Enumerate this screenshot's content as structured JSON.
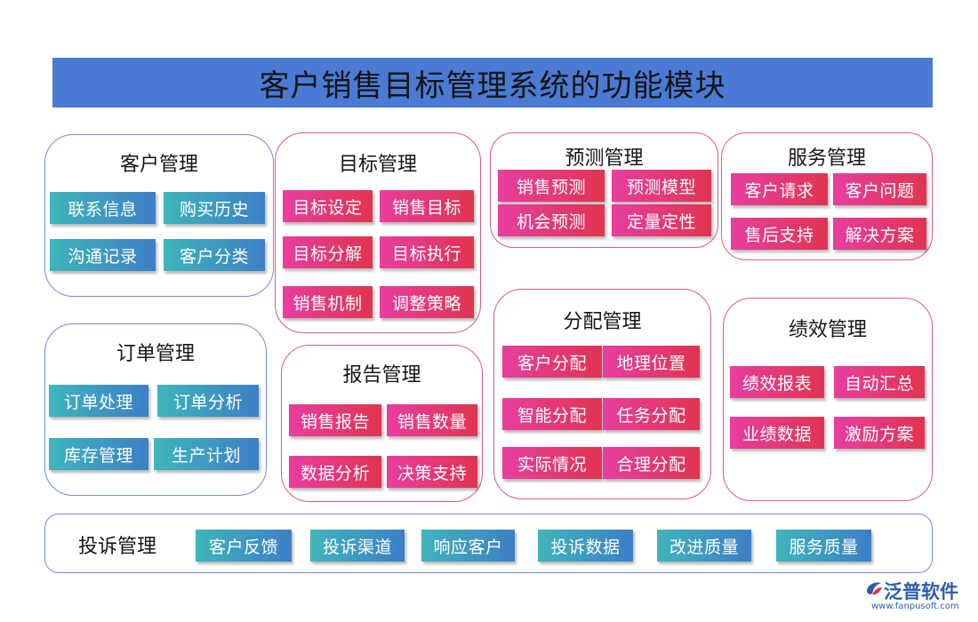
{
  "title": "客户销售目标管理系统的功能模块",
  "colors": {
    "title_bar": "#4a7ad4",
    "panel_blue_border": "#6f8ee0",
    "panel_red_border": "#e05a7e",
    "chip_teal_start": "#3fb5bb",
    "chip_teal_end": "#3d7fc6",
    "chip_pink_start": "#e83ea0",
    "chip_pink_end": "#e0344f"
  },
  "modules": {
    "customer": {
      "title": "客户管理",
      "items": [
        "联系信息",
        "购买历史",
        "沟通记录",
        "客户分类"
      ]
    },
    "target": {
      "title": "目标管理",
      "items": [
        "目标设定",
        "销售目标",
        "目标分解",
        "目标执行",
        "销售机制",
        "调整策略"
      ]
    },
    "forecast": {
      "title": "预测管理",
      "items": [
        "销售预测",
        "预测模型",
        "机会预测",
        "定量定性"
      ]
    },
    "service": {
      "title": "服务管理",
      "items": [
        "客户请求",
        "客户问题",
        "售后支持",
        "解决方案"
      ]
    },
    "order": {
      "title": "订单管理",
      "items": [
        "订单处理",
        "订单分析",
        "库存管理",
        "生产计划"
      ]
    },
    "report": {
      "title": "报告管理",
      "items": [
        "销售报告",
        "销售数量",
        "数据分析",
        "决策支持"
      ]
    },
    "allocation": {
      "title": "分配管理",
      "items": [
        "客户分配",
        "地理位置",
        "智能分配",
        "任务分配",
        "实际情况",
        "合理分配"
      ]
    },
    "performance": {
      "title": "绩效管理",
      "items": [
        "绩效报表",
        "自动汇总",
        "业绩数据",
        "激励方案"
      ]
    },
    "complaint": {
      "title": "投诉管理",
      "items": [
        "客户反馈",
        "投诉渠道",
        "响应客户",
        "投诉数据",
        "改进质量",
        "服务质量"
      ]
    }
  },
  "logo": {
    "name": "泛普软件",
    "url": "www.fanpusoft.com",
    "icon": "fanpu-logo-icon"
  }
}
